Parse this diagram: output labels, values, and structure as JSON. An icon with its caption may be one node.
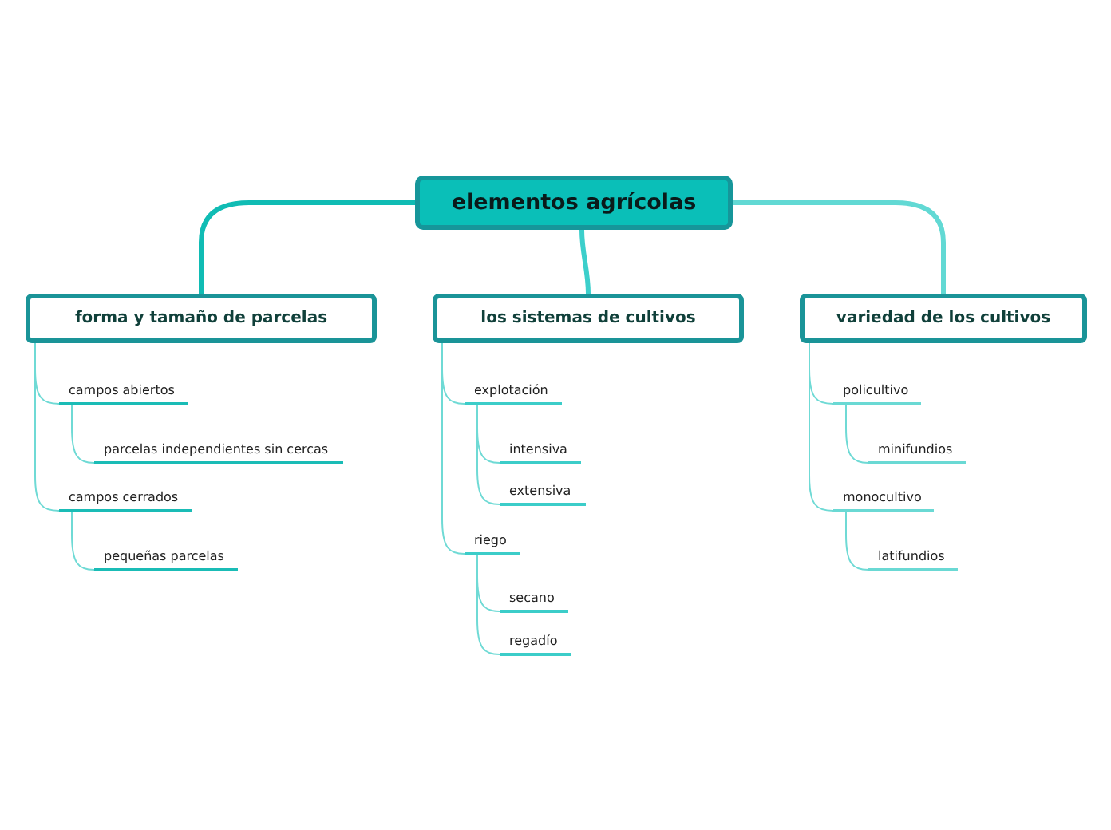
{
  "diagram": {
    "nodes": [
      {
        "text": [
          "elementos agrícolas"
        ]
      },
      {
        "text": [
          "forma y tamaño de parcelas"
        ]
      },
      {
        "text": [
          "campos abiertos"
        ]
      },
      {
        "text": [
          "parcelas independientes sin cercas"
        ]
      },
      {
        "text": [
          "campos cerrados"
        ]
      },
      {
        "text": [
          "pequeñas parcelas"
        ]
      },
      {
        "text": [
          "los sistemas de cultivos"
        ]
      },
      {
        "text": [
          "explotación"
        ]
      },
      {
        "text": [
          "intensiva"
        ]
      },
      {
        "text": [
          "extensiva"
        ]
      },
      {
        "text": [
          "riego"
        ]
      },
      {
        "text": [
          "secano"
        ]
      },
      {
        "text": [
          "regadío"
        ]
      },
      {
        "text": [
          "variedad de los cultivos"
        ]
      },
      {
        "text": [
          "policultivo"
        ]
      },
      {
        "text": [
          "minifundios"
        ]
      },
      {
        "text": [
          "monocultivo"
        ]
      },
      {
        "text": [
          "latifundios"
        ]
      }
    ],
    "edges": [
      {
        "from": 0,
        "to": 1,
        "arrow": "none",
        "style": "thick",
        "color": "#10bcb4"
      },
      {
        "from": 0,
        "to": 6,
        "arrow": "none",
        "style": "thick",
        "color": "#3ccfcb"
      },
      {
        "from": 0,
        "to": 13,
        "arrow": "none",
        "style": "thick",
        "color": "#62d9d4"
      },
      {
        "from": 1,
        "to": 2,
        "arrow": "none"
      },
      {
        "from": 2,
        "to": 3,
        "arrow": "none"
      },
      {
        "from": 1,
        "to": 4,
        "arrow": "none"
      },
      {
        "from": 4,
        "to": 5,
        "arrow": "none"
      },
      {
        "from": 6,
        "to": 7,
        "arrow": "none"
      },
      {
        "from": 7,
        "to": 8,
        "arrow": "none"
      },
      {
        "from": 7,
        "to": 9,
        "arrow": "none"
      },
      {
        "from": 6,
        "to": 10,
        "arrow": "none"
      },
      {
        "from": 10,
        "to": 11,
        "arrow": "none"
      },
      {
        "from": 10,
        "to": 12,
        "arrow": "none"
      },
      {
        "from": 13,
        "to": 14,
        "arrow": "none"
      },
      {
        "from": 14,
        "to": 15,
        "arrow": "none"
      },
      {
        "from": 13,
        "to": 16,
        "arrow": "none"
      },
      {
        "from": 16,
        "to": 17,
        "arrow": "none"
      }
    ]
  }
}
